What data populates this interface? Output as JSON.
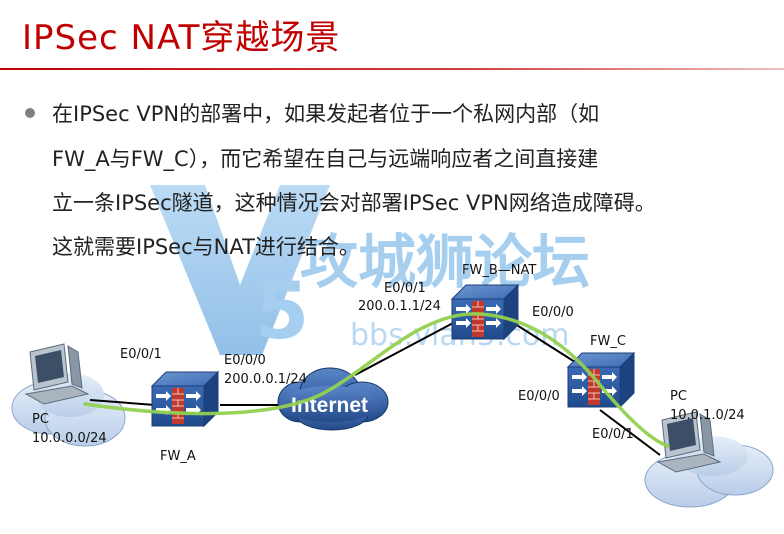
{
  "slide": {
    "title": "IPSec NAT穿越场景",
    "paragraph_lines": [
      "在IPSec VPN的部署中，如果发起者位于一个私网内部（如",
      "FW_A与FW_C），而它希望在自己与远端响应者之间直接建",
      "立一条IPSec隧道，这种情况会对部署IPSec VPN网络造成障碍。",
      "这就需要IPSec与NAT进行结合。"
    ]
  },
  "watermark": {
    "logo_text": "V5",
    "site_name": "攻城狮论坛",
    "url": "bbs.vlan5.com"
  },
  "diagram": {
    "internet_label": "Internet",
    "pc_left": {
      "name": "PC",
      "subnet": "10.0.0.0/24"
    },
    "pc_right": {
      "name": "PC",
      "subnet": "10.0.1.0/24"
    },
    "fw_a": {
      "name": "FW_A",
      "port_inside": "E0/0/1",
      "port_outside": "E0/0/0",
      "outside_ip": "200.0.0.1/24"
    },
    "fw_b": {
      "name": "FW_B—NAT",
      "port_outside": "E0/0/1",
      "outside_ip": "200.0.1.1/24",
      "port_inside": "E0/0/0"
    },
    "fw_c": {
      "name": "FW_C",
      "port_uplink": "E0/0/0",
      "port_lan": "E0/0/1"
    },
    "colors": {
      "tunnel": "#92d050",
      "firewall_body": "#2f5fa5",
      "brick": "#c0392b",
      "cloud": "#cfe0f3",
      "internet_cloud": "#2f5aa0"
    }
  }
}
